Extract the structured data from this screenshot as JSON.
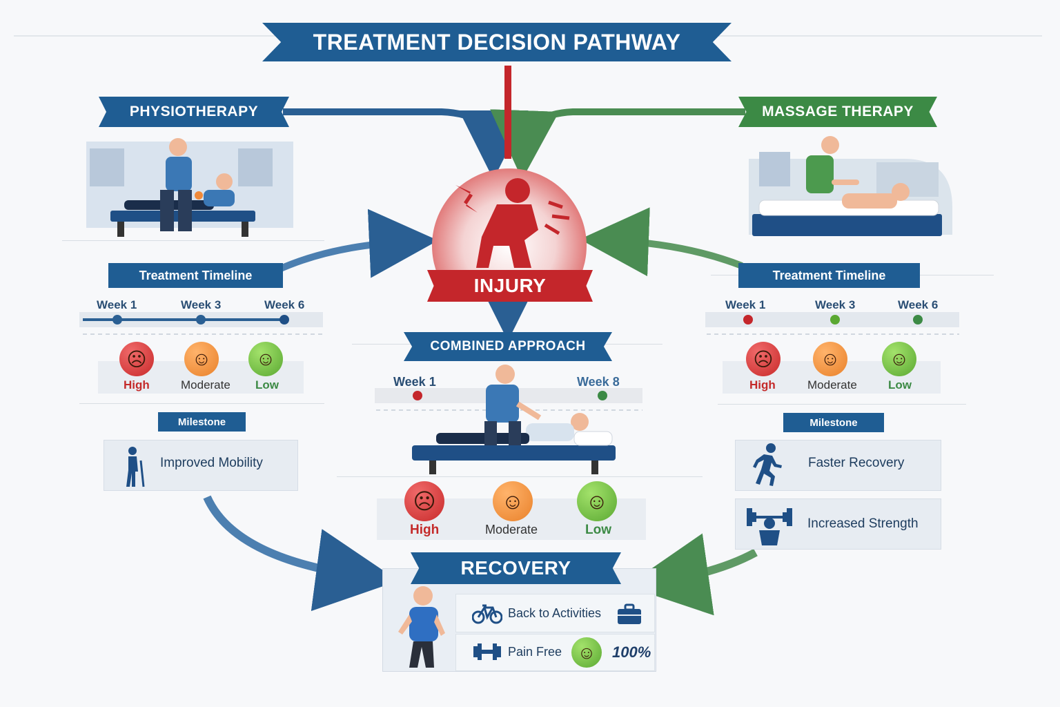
{
  "title": "TREATMENT DECISION PATHWAY",
  "left": {
    "header": "PHYSIOTHERAPY",
    "timeline_label": "Treatment Timeline",
    "weeks": [
      "Week 1",
      "Week 3",
      "Week 6"
    ],
    "levels": [
      "High",
      "Moderate",
      "Low"
    ],
    "milestone_label": "Milestone",
    "milestones": [
      "Improved Mobility"
    ]
  },
  "right": {
    "header": "MASSAGE THERAPY",
    "timeline_label": "Treatment Timeline",
    "weeks": [
      "Week 1",
      "Week 3",
      "Week 6"
    ],
    "levels": [
      "High",
      "Moderate",
      "Low"
    ],
    "milestone_label": "Milestone",
    "milestones": [
      "Faster Recovery",
      "Increased Strength"
    ]
  },
  "center": {
    "injury": "INJURY",
    "combined": "COMBINED APPROACH",
    "weeks": [
      "Week 1",
      "Week 8"
    ],
    "levels": [
      "High",
      "Moderate",
      "Low"
    ]
  },
  "recovery": {
    "header": "RECOVERY",
    "items": [
      "Back to Activities",
      "Pain Free"
    ],
    "percent": "100%"
  },
  "colors": {
    "blue": "#1f5d93",
    "green": "#3c8a45",
    "red": "#c4262b"
  },
  "icons": [
    "bicycle-icon",
    "briefcase-icon",
    "dumbbell-icon",
    "smiley-icon",
    "walking-cane-icon",
    "running-icon",
    "strength-icon"
  ]
}
